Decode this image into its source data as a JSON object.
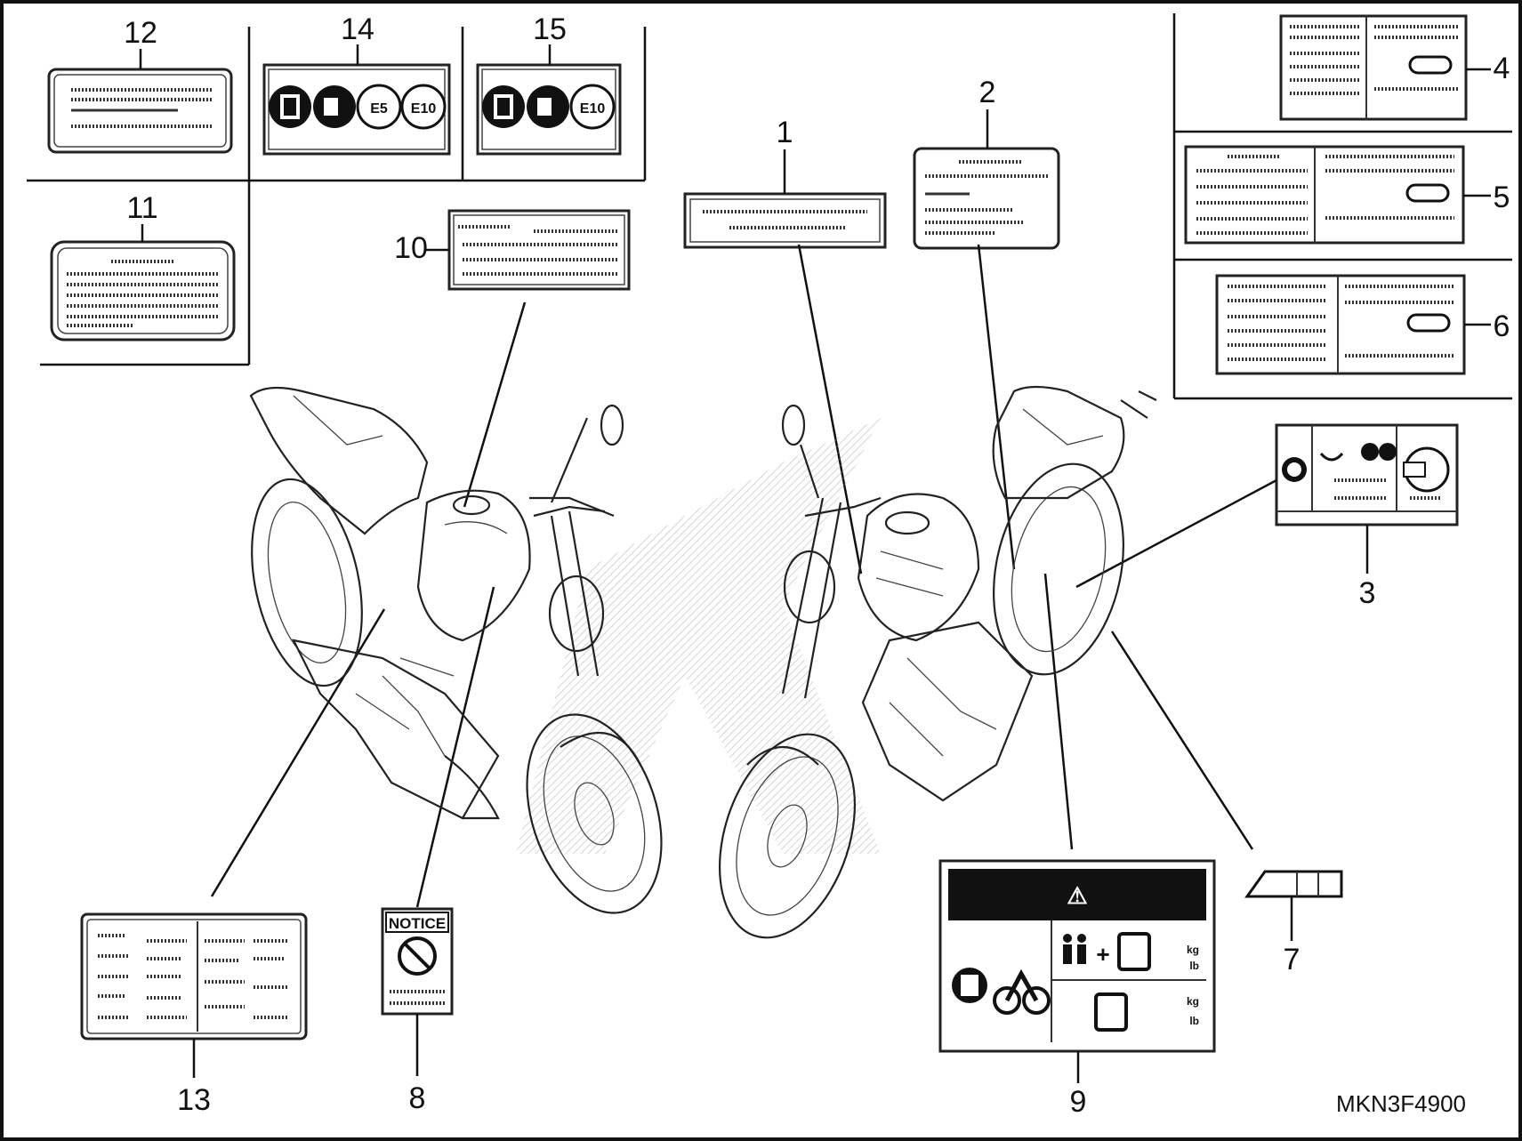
{
  "callouts": {
    "c1": "1",
    "c2": "2",
    "c3": "3",
    "c4": "4",
    "c5": "5",
    "c6": "6",
    "c7": "7",
    "c8": "8",
    "c9": "9",
    "c10": "10",
    "c11": "11",
    "c12": "12",
    "c13": "13",
    "c14": "14",
    "c15": "15"
  },
  "label8": {
    "header": "NOTICE"
  },
  "label14": {
    "icons": [
      "book-icon",
      "fuel-icon"
    ],
    "badges": [
      "E5",
      "E10"
    ]
  },
  "label15": {
    "icons": [
      "book-icon",
      "fuel-icon"
    ],
    "badges": [
      "E10"
    ]
  },
  "label9": {
    "warning_symbol": "⚠",
    "plus": "+",
    "units": [
      "kg",
      "lb",
      "kg",
      "lb"
    ]
  },
  "reference_code": "MKN3F4900",
  "colors": {
    "line": "#111111",
    "background": "#ffffff"
  }
}
